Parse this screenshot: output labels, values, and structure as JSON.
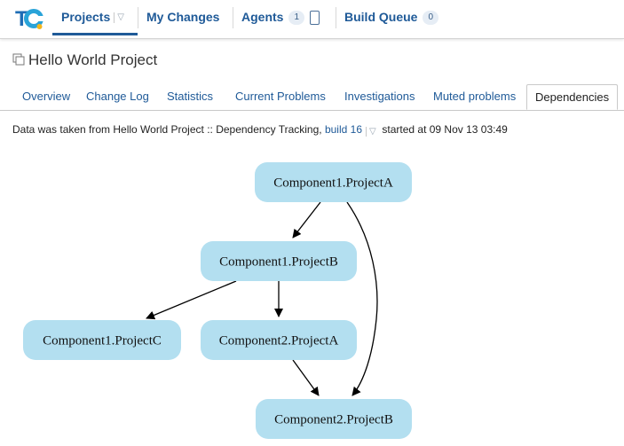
{
  "nav": {
    "logo_text": "TC",
    "projects_label": "Projects",
    "changes_label": "My Changes",
    "agents_label": "Agents",
    "agents_count": "1",
    "queue_label": "Build Queue",
    "queue_count": "0"
  },
  "project": {
    "title": "Hello World Project"
  },
  "tabs": [
    {
      "label": "Overview"
    },
    {
      "label": "Change Log"
    },
    {
      "label": "Statistics"
    },
    {
      "label": "Current Problems"
    },
    {
      "label": "Investigations"
    },
    {
      "label": "Muted problems"
    },
    {
      "label": "Dependencies"
    }
  ],
  "info": {
    "prefix": "Data was taken from Hello World Project :: Dependency Tracking,",
    "build_link": "build 16",
    "suffix": "started at 09 Nov 13 03:49"
  },
  "graph": {
    "nodes": [
      {
        "id": "a1",
        "label": "Component1.ProjectA"
      },
      {
        "id": "b1",
        "label": "Component1.ProjectB"
      },
      {
        "id": "c1",
        "label": "Component1.ProjectC"
      },
      {
        "id": "a2",
        "label": "Component2.ProjectA"
      },
      {
        "id": "b2",
        "label": "Component2.ProjectB"
      }
    ],
    "edges": [
      {
        "from": "a1",
        "to": "b1"
      },
      {
        "from": "a1",
        "to": "b2"
      },
      {
        "from": "b1",
        "to": "c1"
      },
      {
        "from": "b1",
        "to": "a2"
      },
      {
        "from": "a2",
        "to": "b2"
      }
    ],
    "colors": {
      "node_fill": "#b3dff0",
      "edge": "#000000"
    }
  },
  "colors": {
    "link": "#1f5a98",
    "active_tab_border": "#c9c9c9"
  }
}
